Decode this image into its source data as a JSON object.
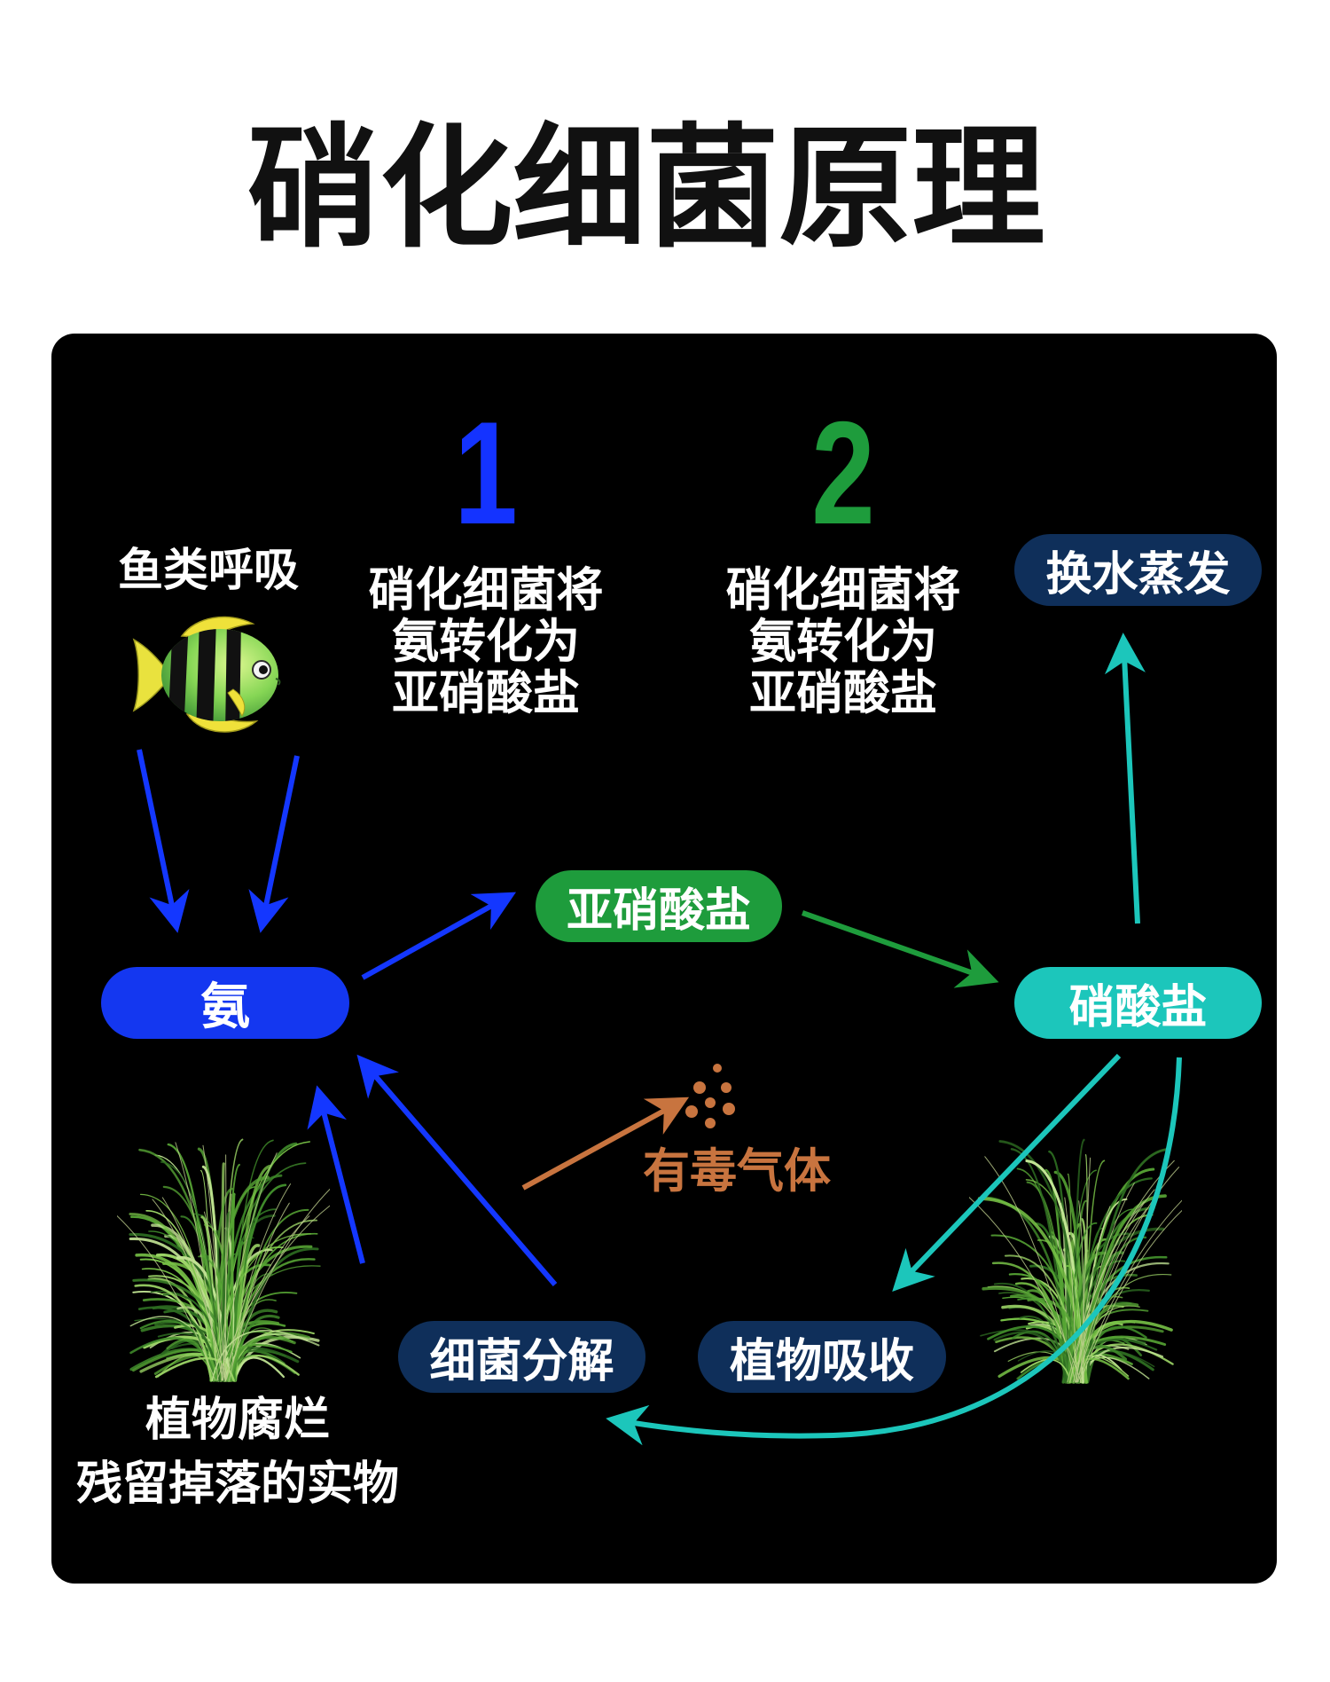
{
  "title": "硝化细菌原理",
  "steps": [
    {
      "number": "1",
      "lines": [
        "硝化细菌将",
        "氨转化为",
        "亚硝酸盐"
      ]
    },
    {
      "number": "2",
      "lines": [
        "硝化细菌将",
        "氨转化为",
        "亚硝酸盐"
      ]
    }
  ],
  "labels": {
    "fish_respiration": "鱼类呼吸",
    "toxic_gas": "有毒气体",
    "plant_decay": [
      "植物腐烂",
      "残留掉落的实物"
    ]
  },
  "nodes": {
    "ammonia": "氨",
    "nitrite": "亚硝酸盐",
    "nitrate": "硝酸盐",
    "water_change": "换水蒸发",
    "plant_absorption": "植物吸收",
    "bacteria_decomposition": "细菌分解"
  },
  "icons": {
    "fish": "striped-fish-icon",
    "plant": "grass-plant-icon"
  },
  "colors": {
    "title_text": "#111111",
    "panel": "#000000",
    "step1_number": "#1433ff",
    "step2_number": "#1e9c3c",
    "ammonia_node": "#1437f0",
    "nitrite_node": "#1e9c3c",
    "nitrate_node": "#1cc6bb",
    "navy_node": "#0f2f5a",
    "arrow_blue": "#1437ff",
    "arrow_green": "#1e9c3c",
    "arrow_teal": "#1cc6bb",
    "arrow_orange": "#c8743f"
  }
}
